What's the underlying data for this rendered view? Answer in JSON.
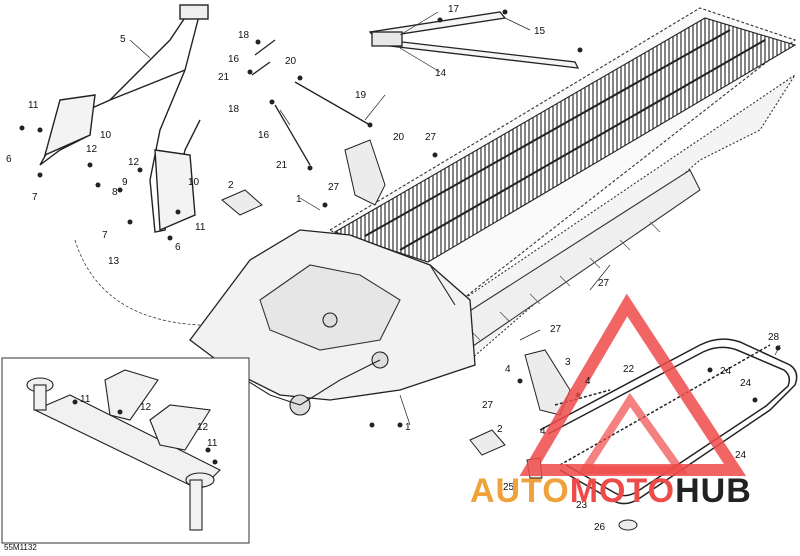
{
  "diagram": {
    "code": "55M1132",
    "callouts": [
      "1",
      "2",
      "3",
      "4",
      "5",
      "6",
      "7",
      "8",
      "9",
      "10",
      "11",
      "12",
      "13",
      "14",
      "15",
      "16",
      "17",
      "18",
      "19",
      "20",
      "21",
      "22",
      "23",
      "24",
      "25",
      "26",
      "27",
      "28"
    ]
  },
  "watermark": {
    "part1": "AUTO",
    "part2": "MOTO",
    "part3": "HUB",
    "colors": {
      "auto": "#f0a23a",
      "moto": "#ef4a4a",
      "hub": "#222222",
      "triangle": "#ef4a4a"
    }
  }
}
